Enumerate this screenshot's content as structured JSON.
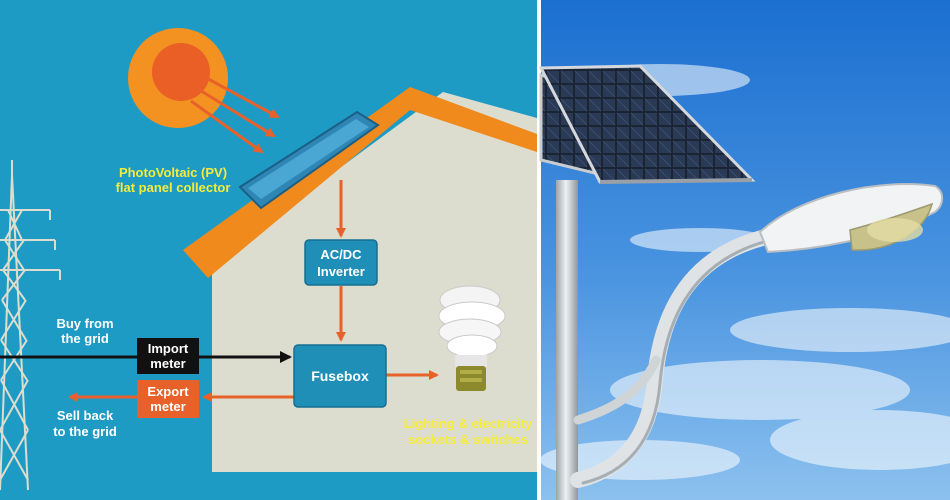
{
  "diagram": {
    "pv_label_line1": "PhotoVoltaic (PV)",
    "pv_label_line2": "flat panel collector",
    "inverter_line1": "AC/DC",
    "inverter_line2": "Inverter",
    "fusebox_label": "Fusebox",
    "buy_line1": "Buy from",
    "buy_line2": "the grid",
    "import_line1": "Import",
    "import_line2": "meter",
    "export_line1": "Export",
    "export_line2": "meter",
    "sell_line1": "Sell back",
    "sell_line2": "to the grid",
    "lighting_line1": "Lighting & electricity",
    "lighting_line2": "sockets & switches"
  },
  "colors": {
    "background_blue": "#1e9bc4",
    "house_wall": "#dcddcf",
    "roof_orange": "#f08a1c",
    "flow_orange": "#e8612a",
    "box_blue": "#1f8fb8",
    "meter_dark": "#111111",
    "label_yellow": "#f5ec3a",
    "sun_orange": "#f39221",
    "sun_core": "#e95f26"
  },
  "icons": {
    "sun": "sun-icon",
    "pylon": "power-pylon-icon",
    "bulb": "light-bulb-icon",
    "panel": "solar-panel-icon",
    "street_lamp": "street-lamp-icon"
  }
}
